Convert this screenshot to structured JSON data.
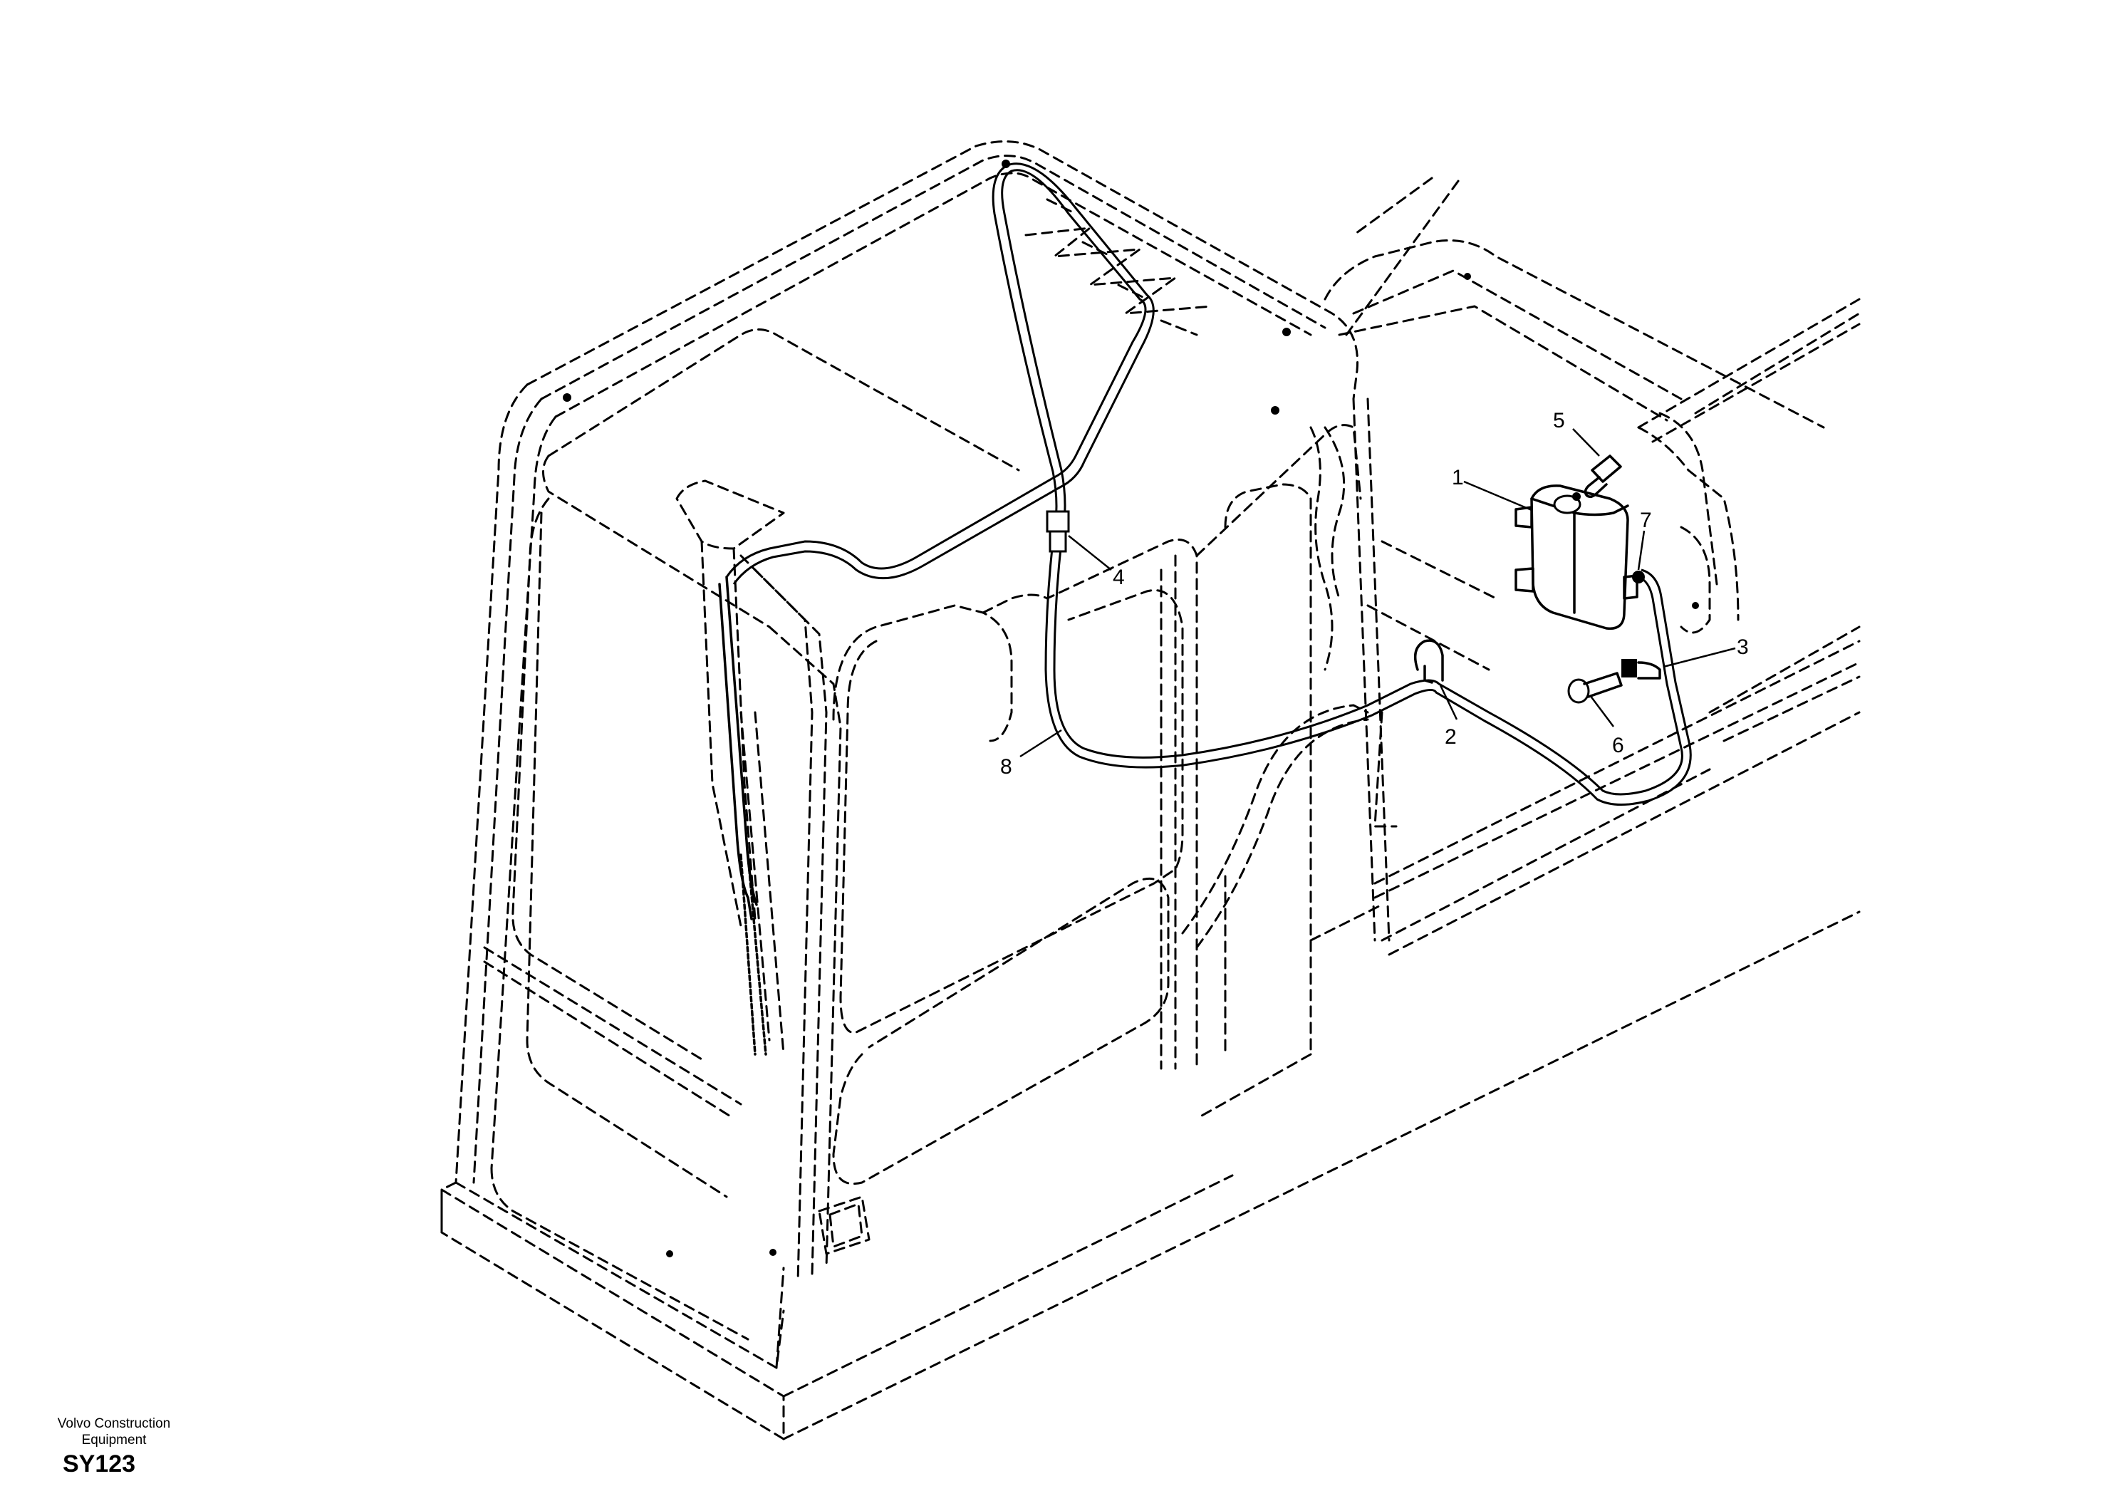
{
  "diagram": {
    "callouts": [
      {
        "id": "1",
        "label": "1"
      },
      {
        "id": "2",
        "label": "2"
      },
      {
        "id": "3",
        "label": "3"
      },
      {
        "id": "4",
        "label": "4"
      },
      {
        "id": "5",
        "label": "5"
      },
      {
        "id": "6",
        "label": "6"
      },
      {
        "id": "7",
        "label": "7"
      },
      {
        "id": "8",
        "label": "8"
      }
    ]
  },
  "footer": {
    "brand_line1": "Volvo Construction",
    "brand_line2": "Equipment",
    "code": "SY123"
  }
}
